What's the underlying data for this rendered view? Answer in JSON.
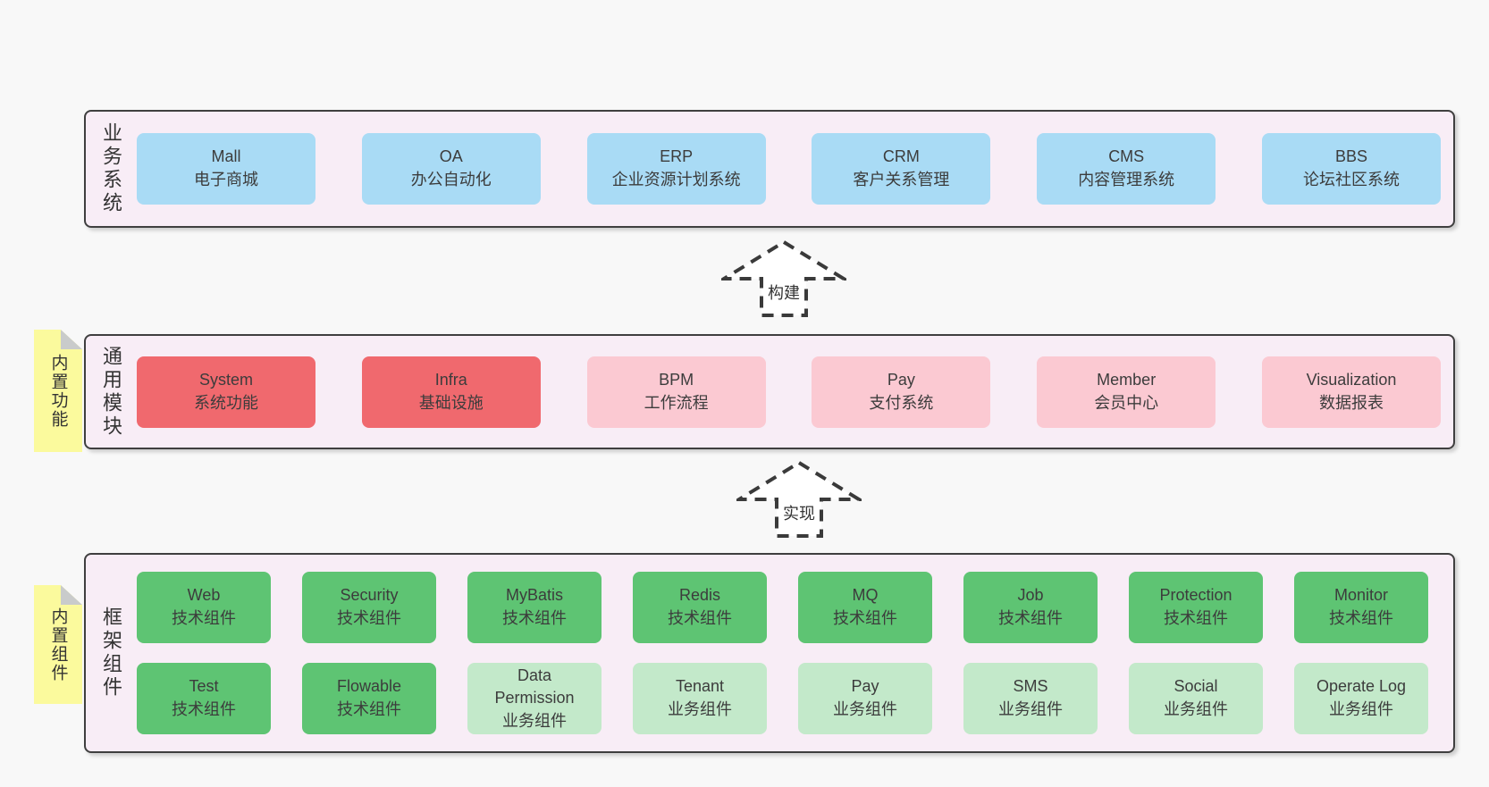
{
  "diagram": {
    "background": "#f8f8f8",
    "layers": [
      {
        "id": "business-systems",
        "label": "业务系统",
        "sticky": null,
        "rows": [
          [
            {
              "name": "Mall",
              "desc": "电子商城",
              "color": "blue"
            },
            {
              "name": "OA",
              "desc": "办公自动化",
              "color": "blue"
            },
            {
              "name": "ERP",
              "desc": "企业资源计划系统",
              "color": "blue"
            },
            {
              "name": "CRM",
              "desc": "客户关系管理",
              "color": "blue"
            },
            {
              "name": "CMS",
              "desc": "内容管理系统",
              "color": "blue"
            },
            {
              "name": "BBS",
              "desc": "论坛社区系统",
              "color": "blue"
            }
          ]
        ]
      },
      {
        "id": "common-modules",
        "label": "通用模块",
        "sticky": "内置功能",
        "rows": [
          [
            {
              "name": "System",
              "desc": "系统功能",
              "color": "red"
            },
            {
              "name": "Infra",
              "desc": "基础设施",
              "color": "red"
            },
            {
              "name": "BPM",
              "desc": "工作流程",
              "color": "pink"
            },
            {
              "name": "Pay",
              "desc": "支付系统",
              "color": "pink"
            },
            {
              "name": "Member",
              "desc": "会员中心",
              "color": "pink"
            },
            {
              "name": "Visualization",
              "desc": "数据报表",
              "color": "pink"
            }
          ]
        ]
      },
      {
        "id": "framework-components",
        "label": "框架组件",
        "sticky": "内置组件",
        "rows": [
          [
            {
              "name": "Web",
              "desc": "技术组件",
              "color": "green"
            },
            {
              "name": "Security",
              "desc": "技术组件",
              "color": "green"
            },
            {
              "name": "MyBatis",
              "desc": "技术组件",
              "color": "green"
            },
            {
              "name": "Redis",
              "desc": "技术组件",
              "color": "green"
            },
            {
              "name": "MQ",
              "desc": "技术组件",
              "color": "green"
            },
            {
              "name": "Job",
              "desc": "技术组件",
              "color": "green"
            },
            {
              "name": "Protection",
              "desc": "技术组件",
              "color": "green"
            },
            {
              "name": "Monitor",
              "desc": "技术组件",
              "color": "green"
            }
          ],
          [
            {
              "name": "Test",
              "desc": "技术组件",
              "color": "green"
            },
            {
              "name": "Flowable",
              "desc": "技术组件",
              "color": "green"
            },
            {
              "name": "Data Permission",
              "desc": "业务组件",
              "color": "green-light"
            },
            {
              "name": "Tenant",
              "desc": "业务组件",
              "color": "green-light"
            },
            {
              "name": "Pay",
              "desc": "业务组件",
              "color": "green-light"
            },
            {
              "name": "SMS",
              "desc": "业务组件",
              "color": "green-light"
            },
            {
              "name": "Social",
              "desc": "业务组件",
              "color": "green-light"
            },
            {
              "name": "Operate Log",
              "desc": "业务组件",
              "color": "green-light"
            }
          ]
        ]
      }
    ],
    "arrows": [
      {
        "label": "构建"
      },
      {
        "label": "实现"
      }
    ],
    "colors": {
      "blue": "#a9dbf5",
      "red": "#f0696e",
      "pink": "#fbc9d2",
      "green": "#5ec473",
      "green_light": "#c3e9ca",
      "layer_bg": "#f8edf6",
      "layer_border": "#3f3f3f",
      "sticky_bg": "#fbfa9d",
      "sticky_fold": "#c9cbcb",
      "text": "#3c3c3c"
    }
  }
}
